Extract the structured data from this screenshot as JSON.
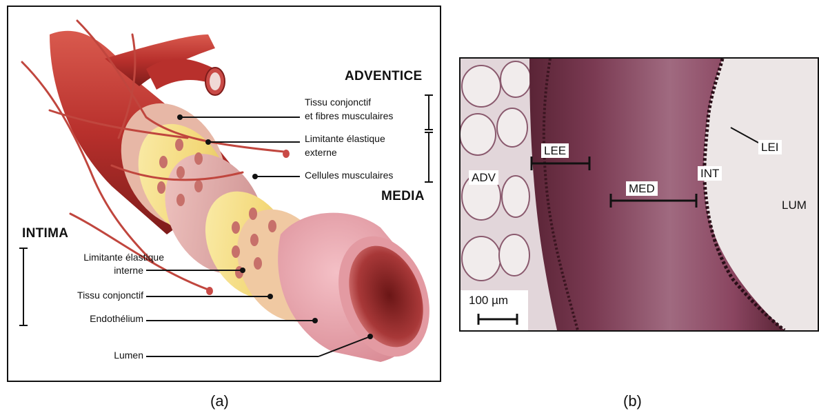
{
  "panel_a": {
    "headings": {
      "adventice": "ADVENTICE",
      "media": "MEDIA",
      "intima": "INTIMA"
    },
    "labels": {
      "tissu_conjonctif_fibres_1": "Tissu conjonctif",
      "tissu_conjonctif_fibres_2": "et fibres musculaires",
      "limitante_externe_1": "Limitante élastique",
      "limitante_externe_2": "externe",
      "cellules_musculaires": "Cellules musculaires",
      "limitante_interne_1": "Limitante élastique",
      "limitante_interne_2": "interne",
      "tissu_conjonctif": "Tissu conjonctif",
      "endothelium": "Endothélium",
      "lumen": "Lumen"
    },
    "caption": "(a)"
  },
  "panel_b": {
    "labels": {
      "adv": "ADV",
      "lee": "LEE",
      "med": "MED",
      "int": "INT",
      "lei": "LEI",
      "lum": "LUM",
      "scale": "100 µm"
    },
    "caption": "(b)"
  },
  "colors": {
    "artery_red": "#b8302c",
    "elastic_yellow": "#f3d878",
    "muscle_pink": "#d9a3a3",
    "tissue_stain": "#8a4560",
    "lumen_pale": "#ece6e6"
  }
}
